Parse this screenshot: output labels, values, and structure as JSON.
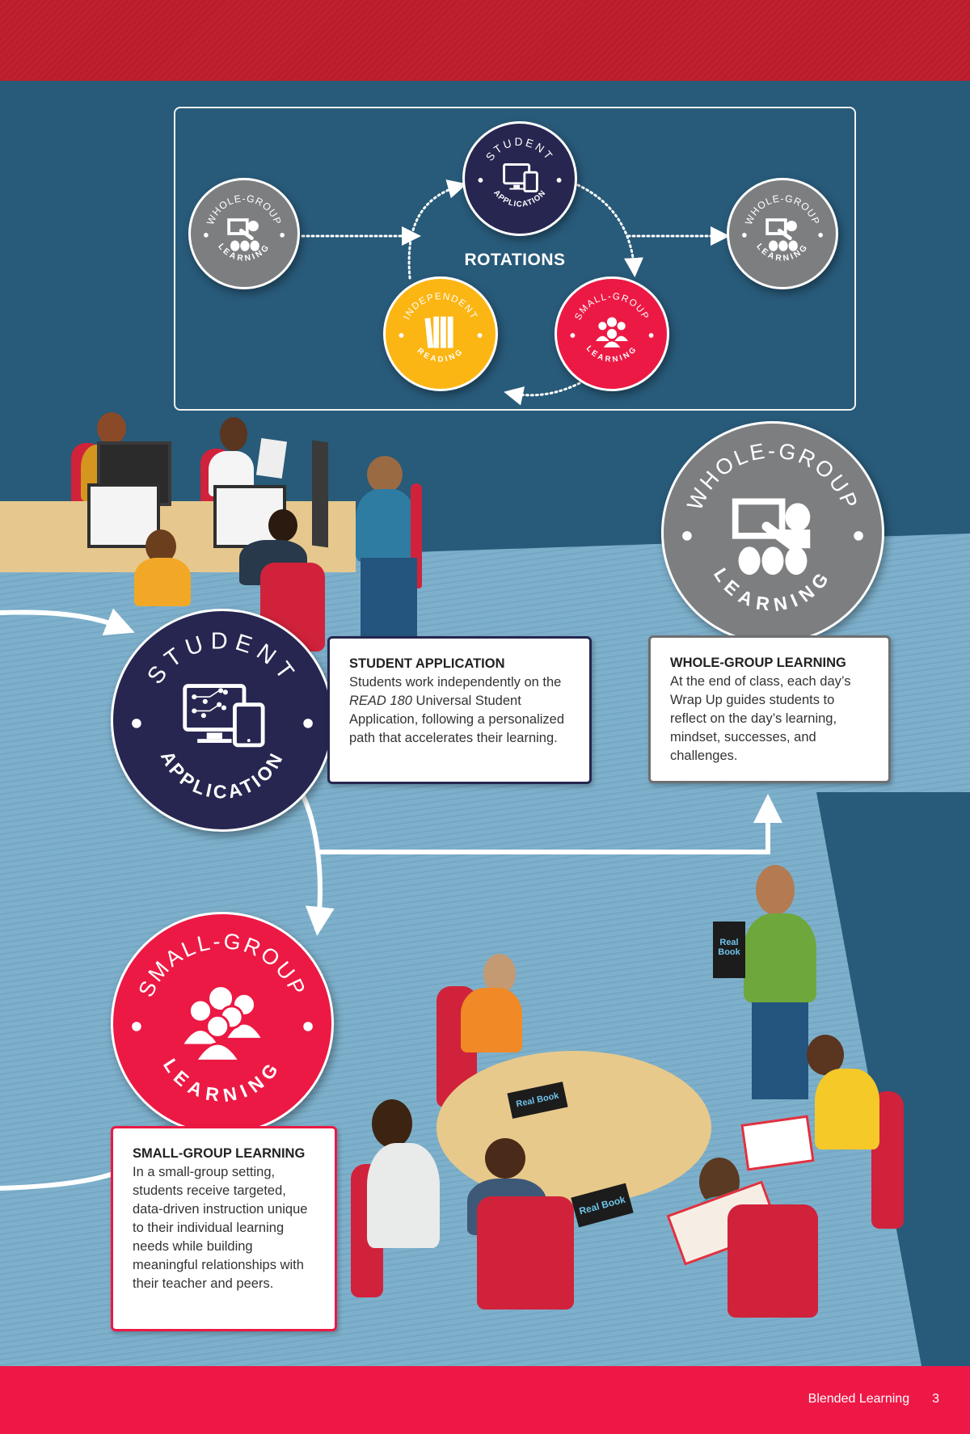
{
  "page": {
    "colors": {
      "top_band": "#c1202f",
      "wall": "#285a79",
      "floor": "#7eb0cb",
      "bottom_band": "#ee1846",
      "whole_group": "#7d7e80",
      "student_app": "#262650",
      "small_group": "#ec1944",
      "independent": "#fbb614"
    }
  },
  "rotations": {
    "title": "ROTATIONS",
    "badges": {
      "whole_group_start": {
        "top": "WHOLE-GROUP",
        "bottom": "LEARNING",
        "icon": "teacher-presenting-icon"
      },
      "student_app": {
        "top": "STUDENT",
        "bottom": "APPLICATION",
        "icon": "computer-tablet-icon"
      },
      "small_group": {
        "top": "SMALL-GROUP",
        "bottom": "LEARNING",
        "icon": "group-of-people-icon"
      },
      "independent": {
        "top": "INDEPENDENT",
        "bottom": "READING",
        "icon": "books-icon"
      },
      "whole_group_end": {
        "top": "WHOLE-GROUP",
        "bottom": "LEARNING",
        "icon": "teacher-presenting-icon"
      }
    }
  },
  "sections": {
    "student_app": {
      "badge_top": "STUDENT",
      "badge_bottom": "APPLICATION",
      "title": "STUDENT APPLICATION",
      "body_1": "Students work independently on the ",
      "body_italic": "READ 180",
      "body_2": " Universal Student Application, following a personalized path that accelerates their learning."
    },
    "whole_group": {
      "badge_top": "WHOLE-GROUP",
      "badge_bottom": "LEARNING",
      "title": "WHOLE-GROUP LEARNING",
      "body": "At the end of class, each day’s Wrap Up guides students to reflect on the day’s learning, mindset, successes, and challenges."
    },
    "small_group": {
      "badge_top": "SMALL-GROUP",
      "badge_bottom": "LEARNING",
      "title": "SMALL-GROUP LEARNING",
      "body": "In a small-group setting, students receive targeted, data-driven instruction unique to their individual learning needs while building meaningful relationships with their teacher and peers."
    }
  },
  "illustration": {
    "book_title": "Real Book"
  },
  "footer": {
    "section": "Blended Learning",
    "page_number": "3"
  }
}
